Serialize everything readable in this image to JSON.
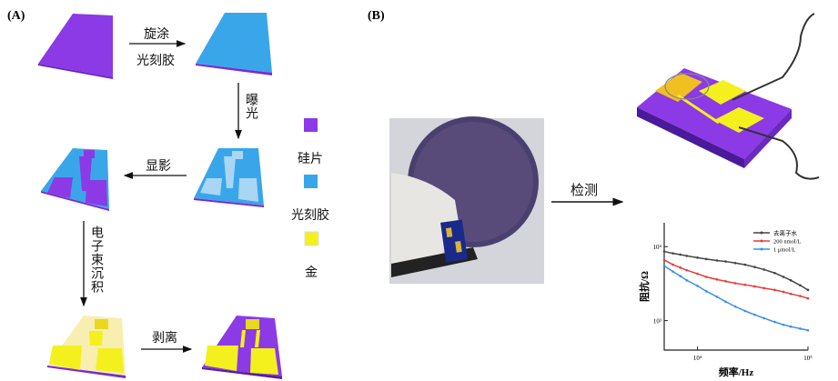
{
  "panel_a": {
    "label": "(A)",
    "steps": [
      "旋涂",
      "光刻胶",
      "曝光",
      "显影",
      "电子束沉积",
      "剥离"
    ],
    "legend": [
      {
        "label": "硅片",
        "color": "#8b3ae6"
      },
      {
        "label": "光刻胶",
        "color": "#3aa6ea"
      },
      {
        "label": "金",
        "color": "#f4f01e"
      }
    ]
  },
  "panel_b": {
    "label": "(B)",
    "step": "检测"
  },
  "colors": {
    "silicon": "#8b3ae6",
    "resist": "#3aa6ea",
    "gold": "#f4f01e",
    "gold_light": "#f8eeb0"
  },
  "chart_data": {
    "type": "line",
    "xscale": "log",
    "yscale": "log",
    "xlabel": "频率/Hz",
    "ylabel": "阻抗/Ω",
    "xlim": [
      5000,
      100000
    ],
    "ylim": [
      400,
      21000
    ],
    "xticks": [
      {
        "v": 10000,
        "label": "10⁴"
      },
      {
        "v": 100000,
        "label": "10⁵"
      }
    ],
    "yticks": [
      {
        "v": 1000,
        "label": "10³"
      },
      {
        "v": 10000,
        "label": "10⁴"
      }
    ],
    "legend_position": "top-right",
    "x": [
      5000,
      6000,
      7000,
      8000,
      10000,
      12000,
      15000,
      18000,
      22000,
      27000,
      33000,
      40000,
      50000,
      60000,
      70000,
      85000,
      100000
    ],
    "series": [
      {
        "name": "去离子水",
        "color": "#444444",
        "marker": "square",
        "values": [
          8600,
          8100,
          7800,
          7500,
          7100,
          6800,
          6500,
          6300,
          6000,
          5700,
          5300,
          4900,
          4400,
          3900,
          3500,
          3000,
          2600
        ]
      },
      {
        "name": "200 nmol/L",
        "color": "#e83a3a",
        "marker": "circle",
        "values": [
          6600,
          5700,
          5200,
          4800,
          4300,
          3900,
          3600,
          3400,
          3200,
          3050,
          2900,
          2750,
          2600,
          2450,
          2300,
          2150,
          2000
        ]
      },
      {
        "name": "1 μmol/L",
        "color": "#3a8ee8",
        "marker": "triangle",
        "values": [
          5500,
          4600,
          4000,
          3500,
          2950,
          2500,
          2100,
          1800,
          1550,
          1350,
          1200,
          1080,
          960,
          880,
          830,
          780,
          740
        ]
      }
    ]
  }
}
